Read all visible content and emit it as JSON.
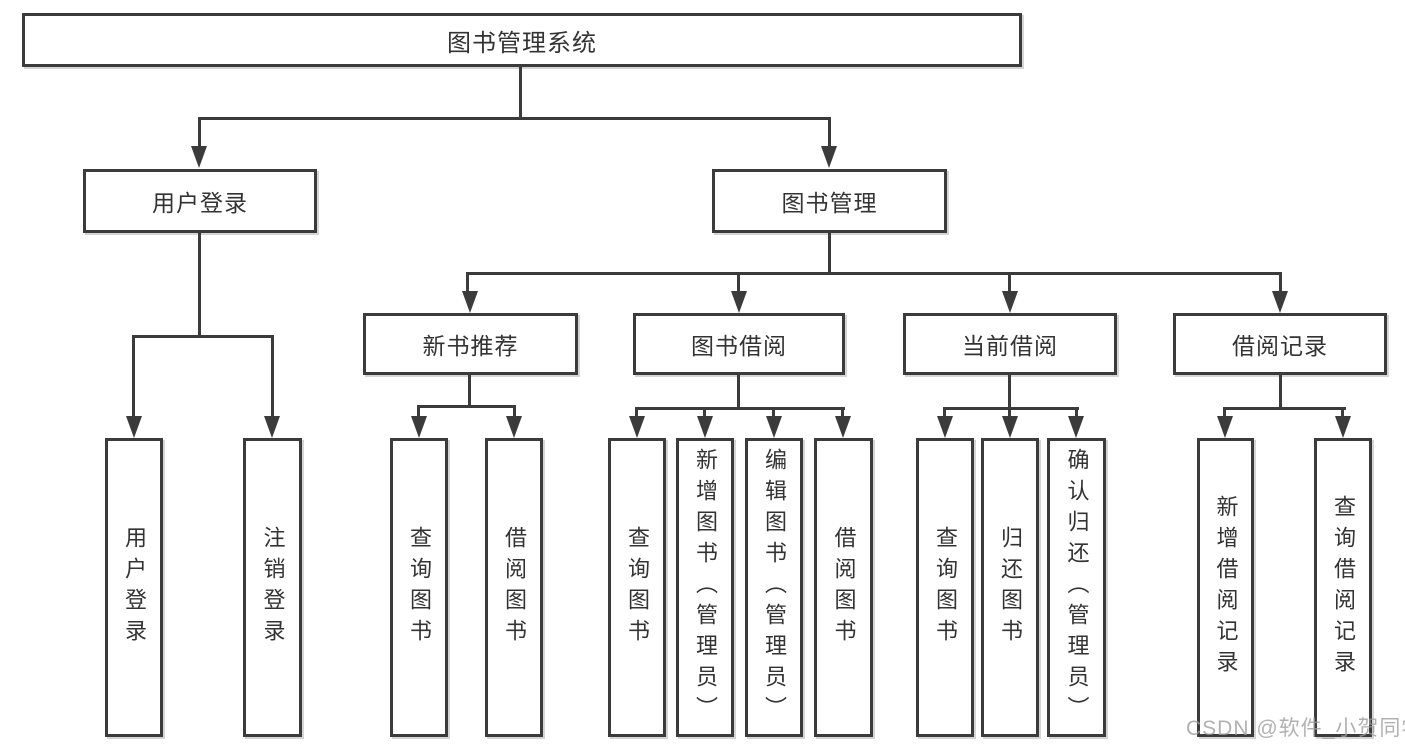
{
  "nodes": {
    "root": {
      "label": "图书管理系统"
    },
    "level2": [
      {
        "label": "用户登录"
      },
      {
        "label": "图书管理"
      }
    ],
    "level3": [
      {
        "label": "新书推荐"
      },
      {
        "label": "图书借阅"
      },
      {
        "label": "当前借阅"
      },
      {
        "label": "借阅记录"
      }
    ],
    "leaves": {
      "login": [
        "用户登录",
        "注销登录"
      ],
      "recommend": [
        "查询图书",
        "借阅图书"
      ],
      "borrow": [
        "查询图书",
        "新增图书（管理员）",
        "编辑图书（管理员）",
        "借阅图书"
      ],
      "current": [
        "查询图书",
        "归还图书",
        "确认归还（管理员）"
      ],
      "records": [
        "新增借阅记录",
        "查询借阅记录"
      ]
    }
  },
  "watermark": {
    "text": "CSDN @软件_小贺同学"
  },
  "colors": {
    "line": "#3b3b3b",
    "text": "#333333",
    "background": "#ffffff",
    "watermark": "#9e9e9e"
  }
}
